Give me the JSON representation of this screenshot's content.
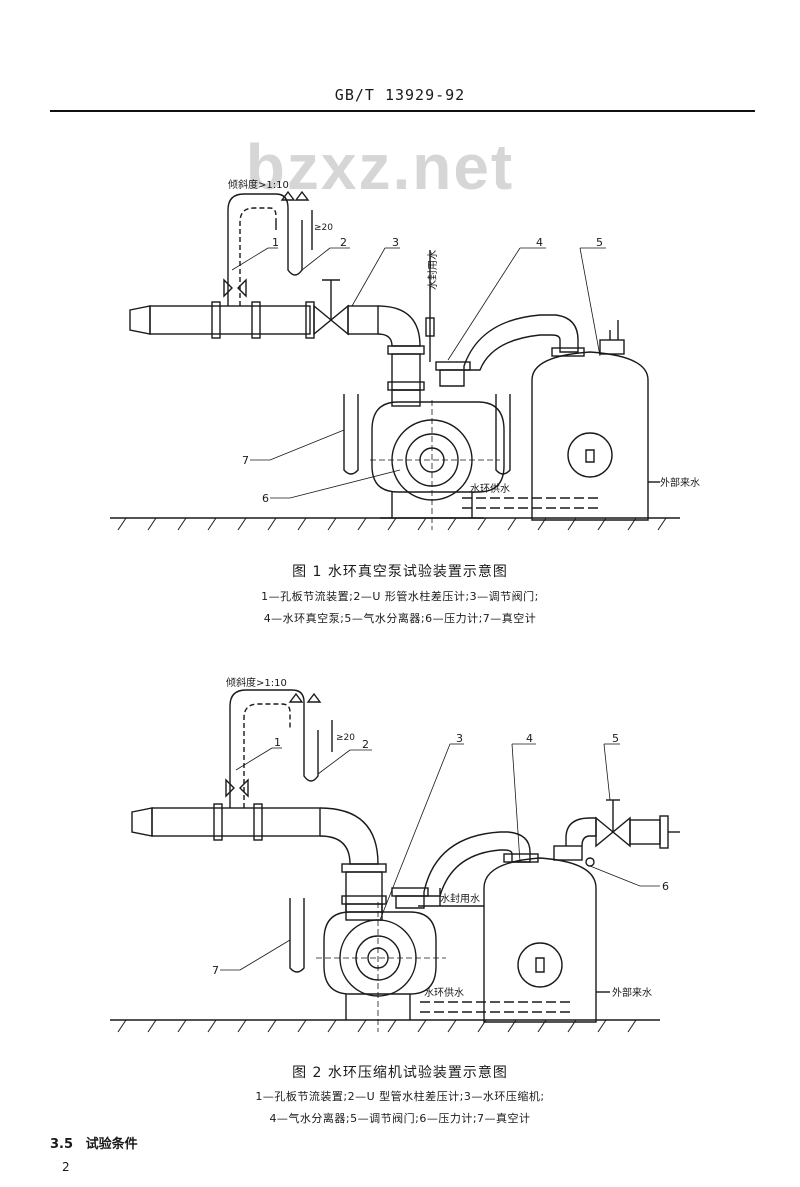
{
  "header": {
    "standard_code": "GB/T 13929-92"
  },
  "watermark": "bzxz.net",
  "figure1": {
    "title": "图 1   水环真空泵试验装置示意图",
    "legend_line1": "1—孔板节流装置;2—U 形管水柱差压计;3—调节阀门;",
    "legend_line2": "4—水环真空泵;5—气水分离器;6—压力计;7—真空计",
    "labels": {
      "slope": "倾斜度>1:10",
      "dim": "≥20",
      "seal_water": "水封用水",
      "ring_water": "水环供水",
      "drain": "外部来水",
      "n1": "1",
      "n2": "2",
      "n3": "3",
      "n4": "4",
      "n5": "5",
      "n6": "6",
      "n7": "7"
    }
  },
  "figure2": {
    "title": "图 2   水环压缩机试验装置示意图",
    "legend_line1": "1—孔板节流装置;2—U 型管水柱差压计;3—水环压缩机;",
    "legend_line2": "4—气水分离器;5—调节阀门;6—压力计;7—真空计",
    "labels": {
      "slope": "倾斜度>1:10",
      "dim": "≥20",
      "seal_water": "水封用水",
      "ring_water": "水环供水",
      "drain": "外部来水",
      "n1": "1",
      "n2": "2",
      "n3": "3",
      "n4": "4",
      "n5": "5",
      "n6": "6",
      "n7": "7"
    }
  },
  "section": {
    "number": "3.5",
    "title": "试验条件"
  },
  "page_number": "2"
}
